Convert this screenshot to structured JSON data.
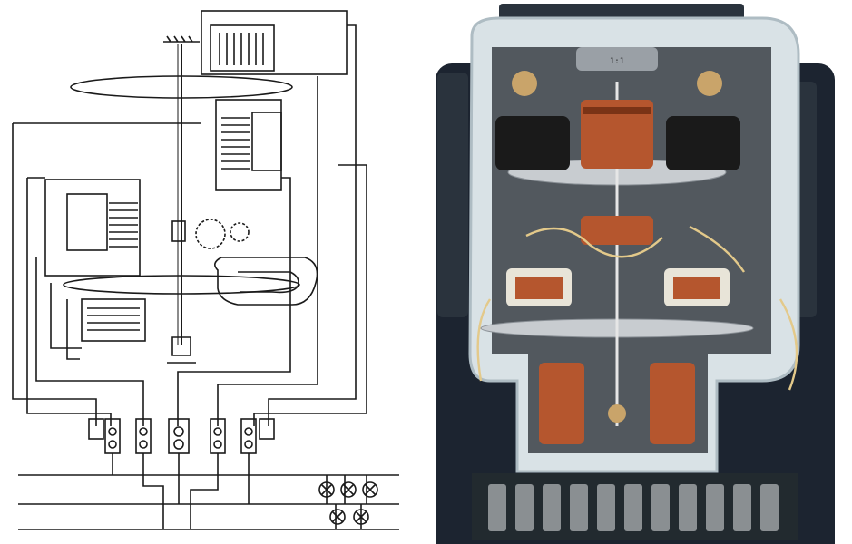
{
  "figure": {
    "left_panel": "schematic",
    "right_panel": "photo",
    "meter_nameplate": "1:1",
    "colors": {
      "ink": "#1a1a1a",
      "meter_body": "#1c2430",
      "glass": "#d9e2e6",
      "copper": "#b5562e",
      "copper_dark": "#7a3316",
      "coil_black": "#1a1a1a",
      "disc_metal": "#c8ccd0",
      "terminal_base": "#222a2f",
      "wire_yellow": "#e3c98a"
    },
    "icons": [
      "lamp-icon",
      "terminal-screw-icon",
      "gear-icon",
      "spring-icon"
    ]
  }
}
